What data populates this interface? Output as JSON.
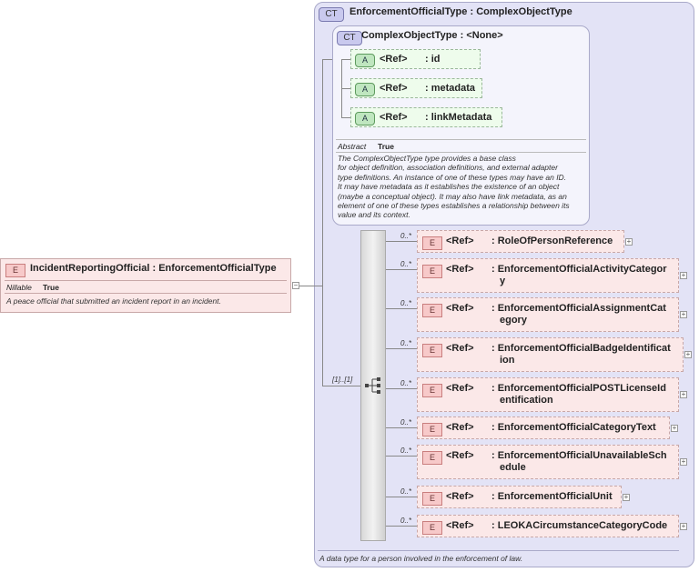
{
  "root_element": {
    "badge": "E",
    "name": "IncidentReportingOfficial",
    "type": "EnforcementOfficialType",
    "nillable_label": "Nillable",
    "nillable_value": "True",
    "description": "A peace official that submitted an incident report in an incident."
  },
  "outer_type": {
    "badge": "CT",
    "name": "EnforcementOfficialType",
    "base": "ComplexObjectType",
    "description": "A data type for a person involved in the enforcement of law."
  },
  "inner_type": {
    "badge": "CT",
    "name": "ComplexObjectType",
    "base": "<None>",
    "abstract_label": "Abstract",
    "abstract_value": "True",
    "description_lines": [
      "The ComplexObjectType type provides a base class",
      "for object definition, association definitions, and external adapter",
      "type definitions. An instance of one of these types may have an ID.",
      "It may have metadata as it establishes the existence of an object",
      "(maybe a conceptual object). It may also have link metadata, as an",
      "element of one of these types establishes a relationship between its",
      "value and its context."
    ],
    "attributes": [
      {
        "badge": "A",
        "ref": "<Ref>",
        "name": ": id"
      },
      {
        "badge": "A",
        "ref": "<Ref>",
        "name": ": metadata"
      },
      {
        "badge": "A",
        "ref": "<Ref>",
        "name": ": linkMetadata"
      }
    ]
  },
  "sequence": {
    "cardinality": "[1]..[1]",
    "elements": [
      {
        "card": "0..*",
        "badge": "E",
        "ref": "<Ref>",
        "name_lines": [
          ": RoleOfPersonReference"
        ]
      },
      {
        "card": "0..*",
        "badge": "E",
        "ref": "<Ref>",
        "name_lines": [
          ": EnforcementOfficialActivityCategor",
          "y"
        ]
      },
      {
        "card": "0..*",
        "badge": "E",
        "ref": "<Ref>",
        "name_lines": [
          ": EnforcementOfficialAssignmentCat",
          "egory"
        ]
      },
      {
        "card": "0..*",
        "badge": "E",
        "ref": "<Ref>",
        "name_lines": [
          ": EnforcementOfficialBadgeIdentificat",
          "ion"
        ]
      },
      {
        "card": "0..*",
        "badge": "E",
        "ref": "<Ref>",
        "name_lines": [
          ": EnforcementOfficialPOSTLicenseId",
          "entification"
        ]
      },
      {
        "card": "0..*",
        "badge": "E",
        "ref": "<Ref>",
        "name_lines": [
          ": EnforcementOfficialCategoryText"
        ]
      },
      {
        "card": "0..*",
        "badge": "E",
        "ref": "<Ref>",
        "name_lines": [
          ": EnforcementOfficialUnavailableSch",
          "edule"
        ]
      },
      {
        "card": "0..*",
        "badge": "E",
        "ref": "<Ref>",
        "name_lines": [
          ": EnforcementOfficialUnit"
        ]
      },
      {
        "card": "0..*",
        "badge": "E",
        "ref": "<Ref>",
        "name_lines": [
          ": LEOKACircumstanceCategoryCode"
        ]
      }
    ]
  },
  "colors": {
    "element_fill": "#fbe8e8",
    "attribute_fill": "#eefcec",
    "complex_type_fill": "#e3e3f6"
  }
}
